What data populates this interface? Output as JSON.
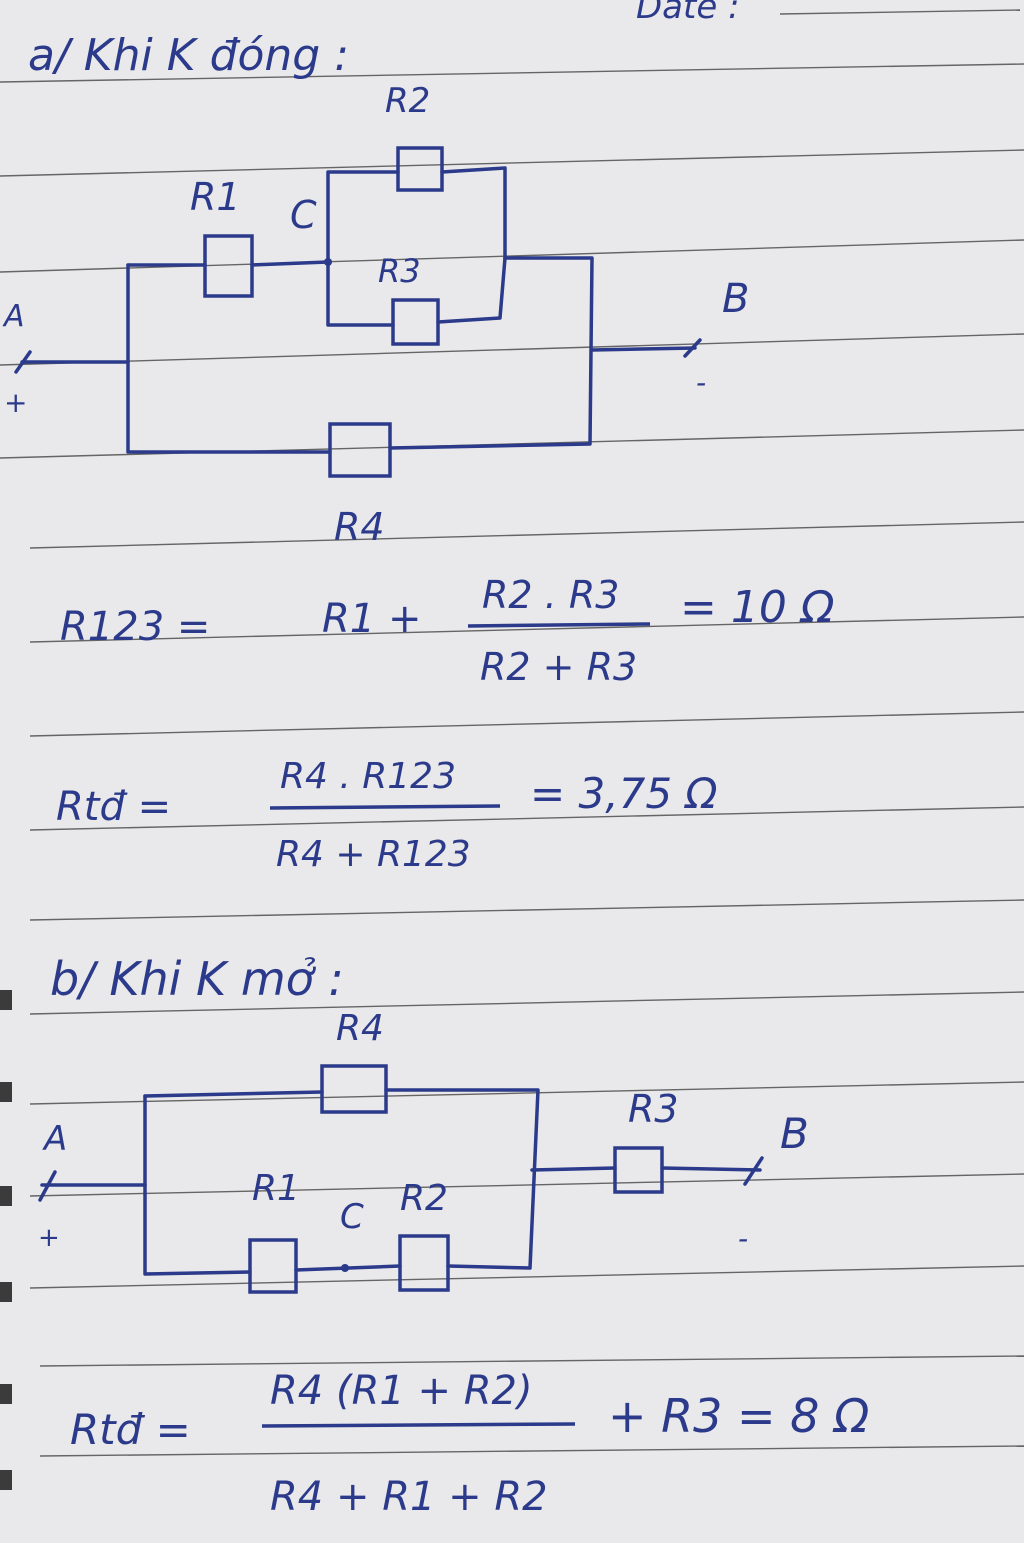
{
  "header": {
    "date_label": "Date :"
  },
  "part_a": {
    "heading": "a/ Khi K đóng :",
    "circuit": {
      "labels": {
        "r1": "R1",
        "r2": "R2",
        "r3": "R3",
        "r4": "R4",
        "node_c": "C",
        "a": "A",
        "b": "B",
        "plus": "+",
        "minus": "-"
      }
    },
    "eq1": {
      "lhs": "R123 =",
      "term": "R1 +",
      "numerator": "R2 . R3",
      "denominator": "R2 + R3",
      "result": "= 10 Ω"
    },
    "eq2": {
      "lhs": "Rtđ =",
      "numerator": "R4 . R123",
      "denominator": "R4 + R123",
      "result": "= 3,75 Ω"
    }
  },
  "part_b": {
    "heading": "b/ Khi K mở :",
    "circuit": {
      "labels": {
        "r1": "R1",
        "r2": "R2",
        "r3": "R3",
        "r4": "R4",
        "node_c": "C",
        "a": "A",
        "b": "B",
        "plus": "+",
        "minus": "-"
      }
    },
    "eq3": {
      "lhs": "Rtđ =",
      "numerator": "R4 (R1 + R2)",
      "denominator": "R4 + R1 + R2",
      "result": "+ R3 = 8 Ω"
    }
  }
}
